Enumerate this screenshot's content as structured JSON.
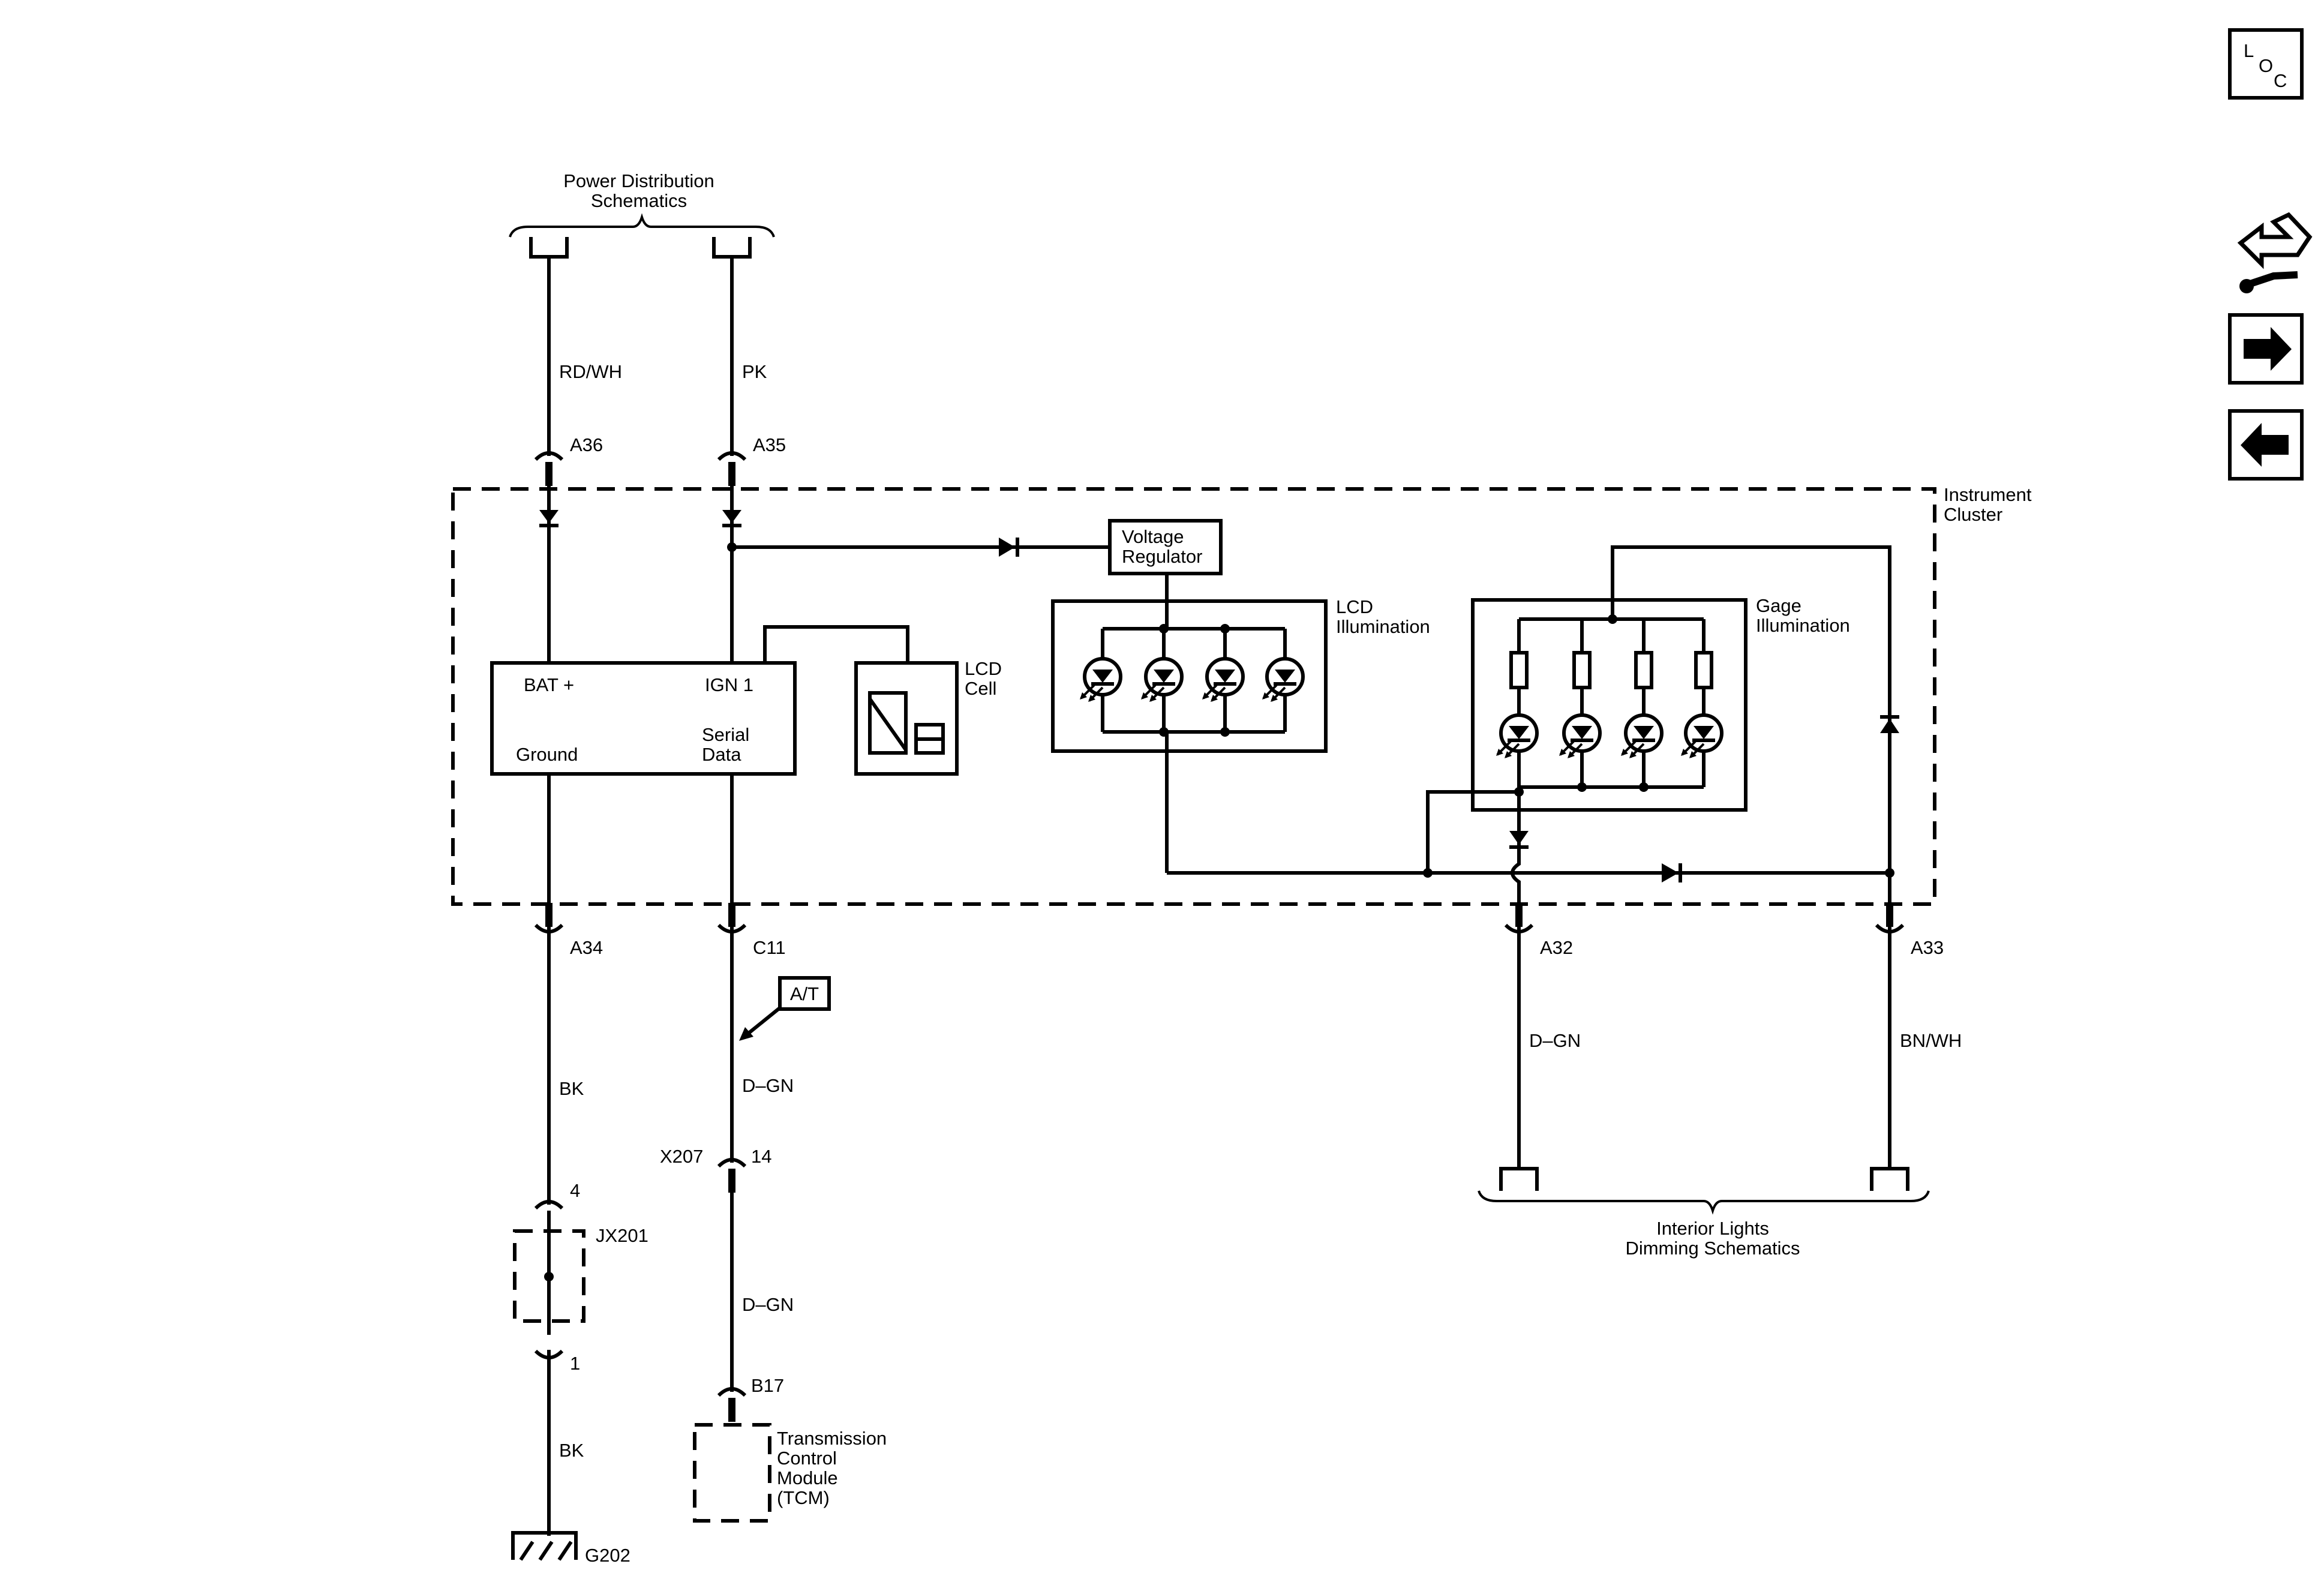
{
  "labels": {
    "power_distribution": [
      "Power Distribution",
      "Schematics"
    ],
    "instrument_cluster": [
      "Instrument",
      "Cluster"
    ],
    "voltage_regulator": [
      "Voltage",
      "Regulator"
    ],
    "lcd_illumination": [
      "LCD",
      "Illumination"
    ],
    "gage_illumination": [
      "Gage",
      "Illumination"
    ],
    "lcd_cell": [
      "LCD",
      "Cell"
    ],
    "bat_plus": "BAT +",
    "ign1": "IGN 1",
    "ground": "Ground",
    "serial_data": [
      "Serial",
      "Data"
    ],
    "interior_lights": [
      "Interior Lights",
      "Dimming Schematics"
    ],
    "tcm": [
      "Transmission",
      "Control",
      "Module",
      "(TCM)"
    ],
    "at_tag": "A/T"
  },
  "wires": {
    "rd_wh": "RD/WH",
    "pk": "PK",
    "bk_upper": "BK",
    "bk_lower": "BK",
    "d_gn_c11": "D–GN",
    "d_gn_x207": "D–GN",
    "d_gn_a32": "D–GN",
    "bn_wh": "BN/WH"
  },
  "connectors": {
    "a36": "A36",
    "a35": "A35",
    "a34": "A34",
    "c11": "C11",
    "a32": "A32",
    "a33": "A33",
    "x207": "X207",
    "x207_pin": "14",
    "jx201_top": "4",
    "jx201": "JX201",
    "jx201_bottom": "1",
    "b17": "B17",
    "g202": "G202"
  },
  "nav": {
    "loc_letters": [
      "L",
      "O",
      "C"
    ],
    "icons": [
      "location-icon",
      "component-view-icon",
      "next-page-icon",
      "previous-page-icon"
    ]
  }
}
